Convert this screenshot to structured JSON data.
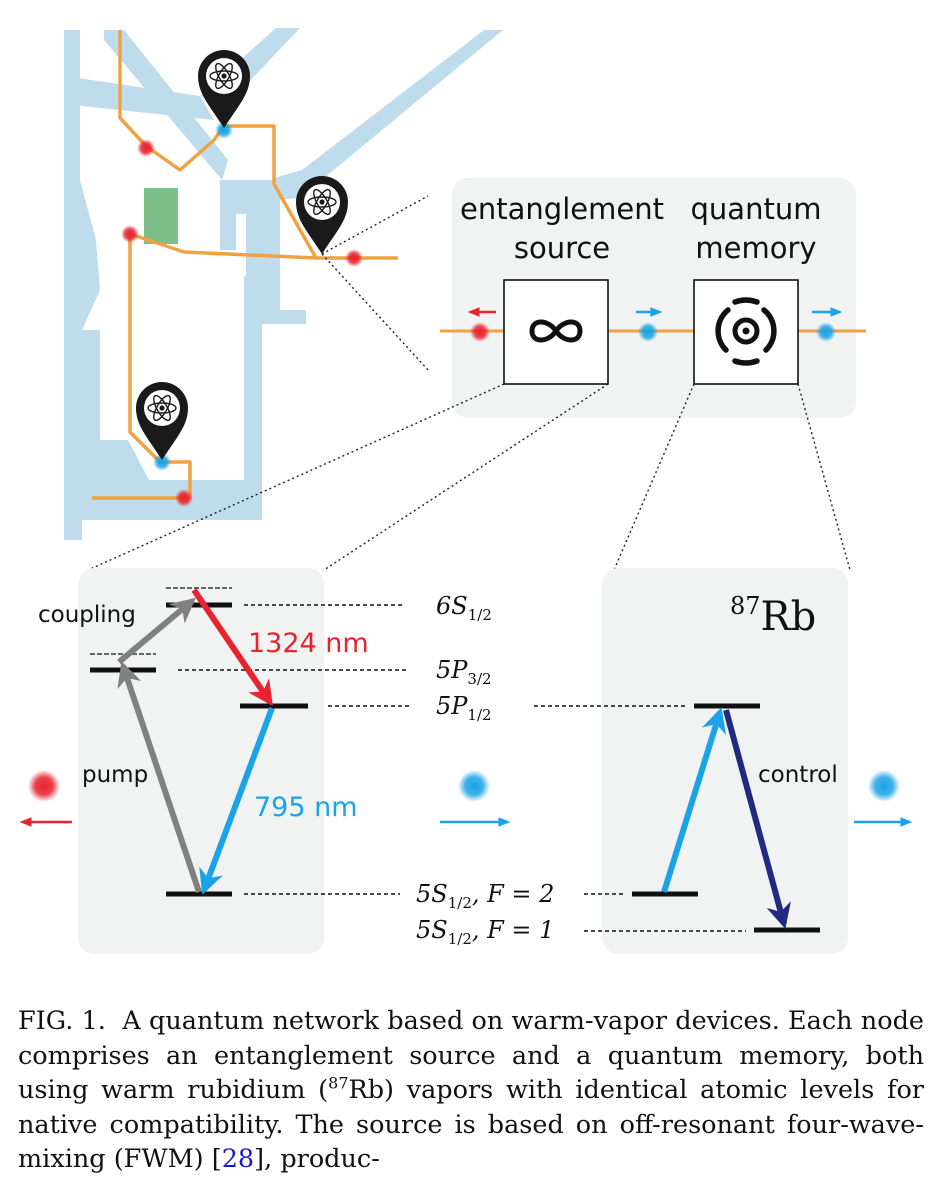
{
  "figure": {
    "node_box": {
      "left_label": "entanglement source",
      "left_line1": "entanglement",
      "left_line2": "source",
      "right_line1": "quantum",
      "right_line2": "memory"
    },
    "levels": {
      "l6s": "6S",
      "l6s_sub": "1/2",
      "l5p3": "5P",
      "l5p3_sub": "3/2",
      "l5p1": "5P",
      "l5p1_sub": "1/2",
      "l5s2": "5S",
      "l5s2_sub": "1/2",
      "l5s2_tail": ", F = 2",
      "l5s1": "5S",
      "l5s1_sub": "1/2",
      "l5s1_tail": ", F = 1"
    },
    "labels": {
      "coupling": "coupling",
      "pump": "pump",
      "nm1324": "1324 nm",
      "nm795": "795 nm",
      "control": "control",
      "isotope_sup": "87",
      "isotope": "Rb"
    },
    "colors": {
      "map_water": "#bfdcec",
      "route": "#f0a240",
      "red_photon": "#e8222e",
      "blue_photon": "#1aa3e6",
      "panel_bg": "#f1f2f2",
      "park": "#7fbf8a",
      "arrow_red": "#e8222e",
      "arrow_blue": "#1aa3e6",
      "arrow_gray": "#808080",
      "arrow_navy": "#1f2a80"
    },
    "icons": [
      "atom-pin-icon",
      "infinity-icon",
      "memory-target-icon"
    ]
  },
  "caption": {
    "fig_label": "FIG. 1.",
    "text_a": "A quantum network based on warm-vapor devices. Each node comprises an entanglement source and a quantum memory, both using warm rubidium (",
    "sup": "87",
    "text_b": "Rb) vapors with identical atomic levels for native compatibility. The source is based on off-resonant four-wave-mixing (FWM) [",
    "ref": "28",
    "text_c": "], produc-"
  }
}
